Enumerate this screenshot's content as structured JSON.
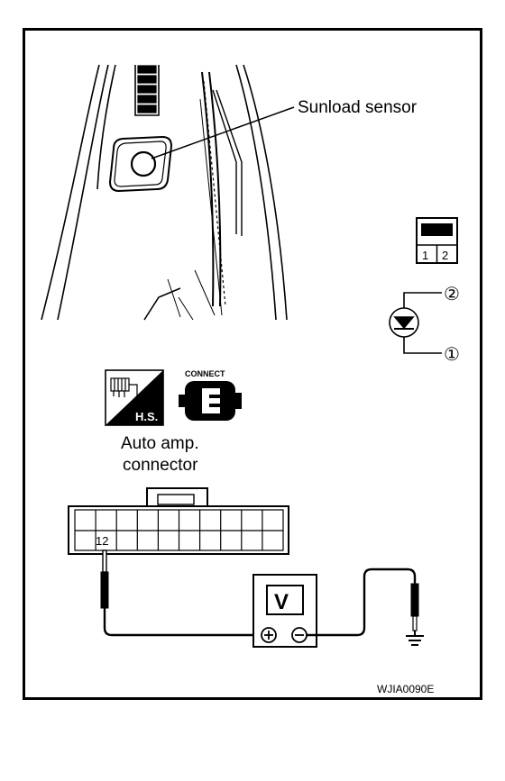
{
  "figure": {
    "sensor_label": "Sunload sensor",
    "connector_label_line1": "Auto amp.",
    "connector_label_line2": "connector",
    "hs_badge": "H.S.",
    "connect_badge": "CONNECT",
    "terminal_number": "12",
    "pin_one": "1",
    "pin_two": "2",
    "circle_one": "①",
    "circle_two": "②",
    "meter_letter": "V",
    "plus_symbol": "+",
    "minus_symbol": "−",
    "figure_code": "WJIA0090E"
  },
  "colors": {
    "ink": "#000000",
    "paper": "#ffffff"
  },
  "icons": [
    "sunload-sensor-icon",
    "photo-diode-symbol-icon",
    "harness-side-icon",
    "connect-icon",
    "voltmeter-icon",
    "ground-icon"
  ]
}
